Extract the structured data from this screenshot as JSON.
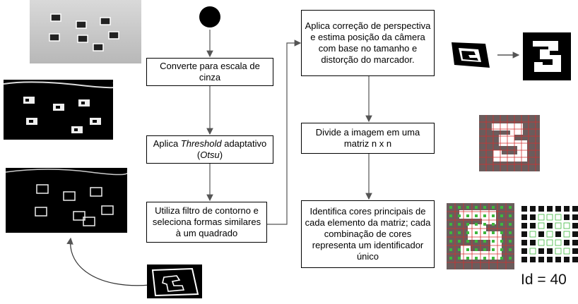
{
  "steps": {
    "grayscale": "Converte para escala de cinza",
    "threshold_1": "Aplica ",
    "threshold_2": "Threshold",
    "threshold_3": " adaptativo (",
    "threshold_4": "Otsu",
    "threshold_5": ")",
    "contour": "Utiliza filtro de contorno e seleciona formas similares à um quadrado",
    "perspective": "Aplica correção de perspectiva e estima posição da câmera com base no tamanho e distorção do marcador.",
    "divide": "Divide a imagem em uma matriz n x n",
    "identify": "Identifica cores principais de cada elemento da matriz; cada combinação de cores representa um identificador único"
  },
  "result": {
    "id_text": "Id = 40"
  }
}
